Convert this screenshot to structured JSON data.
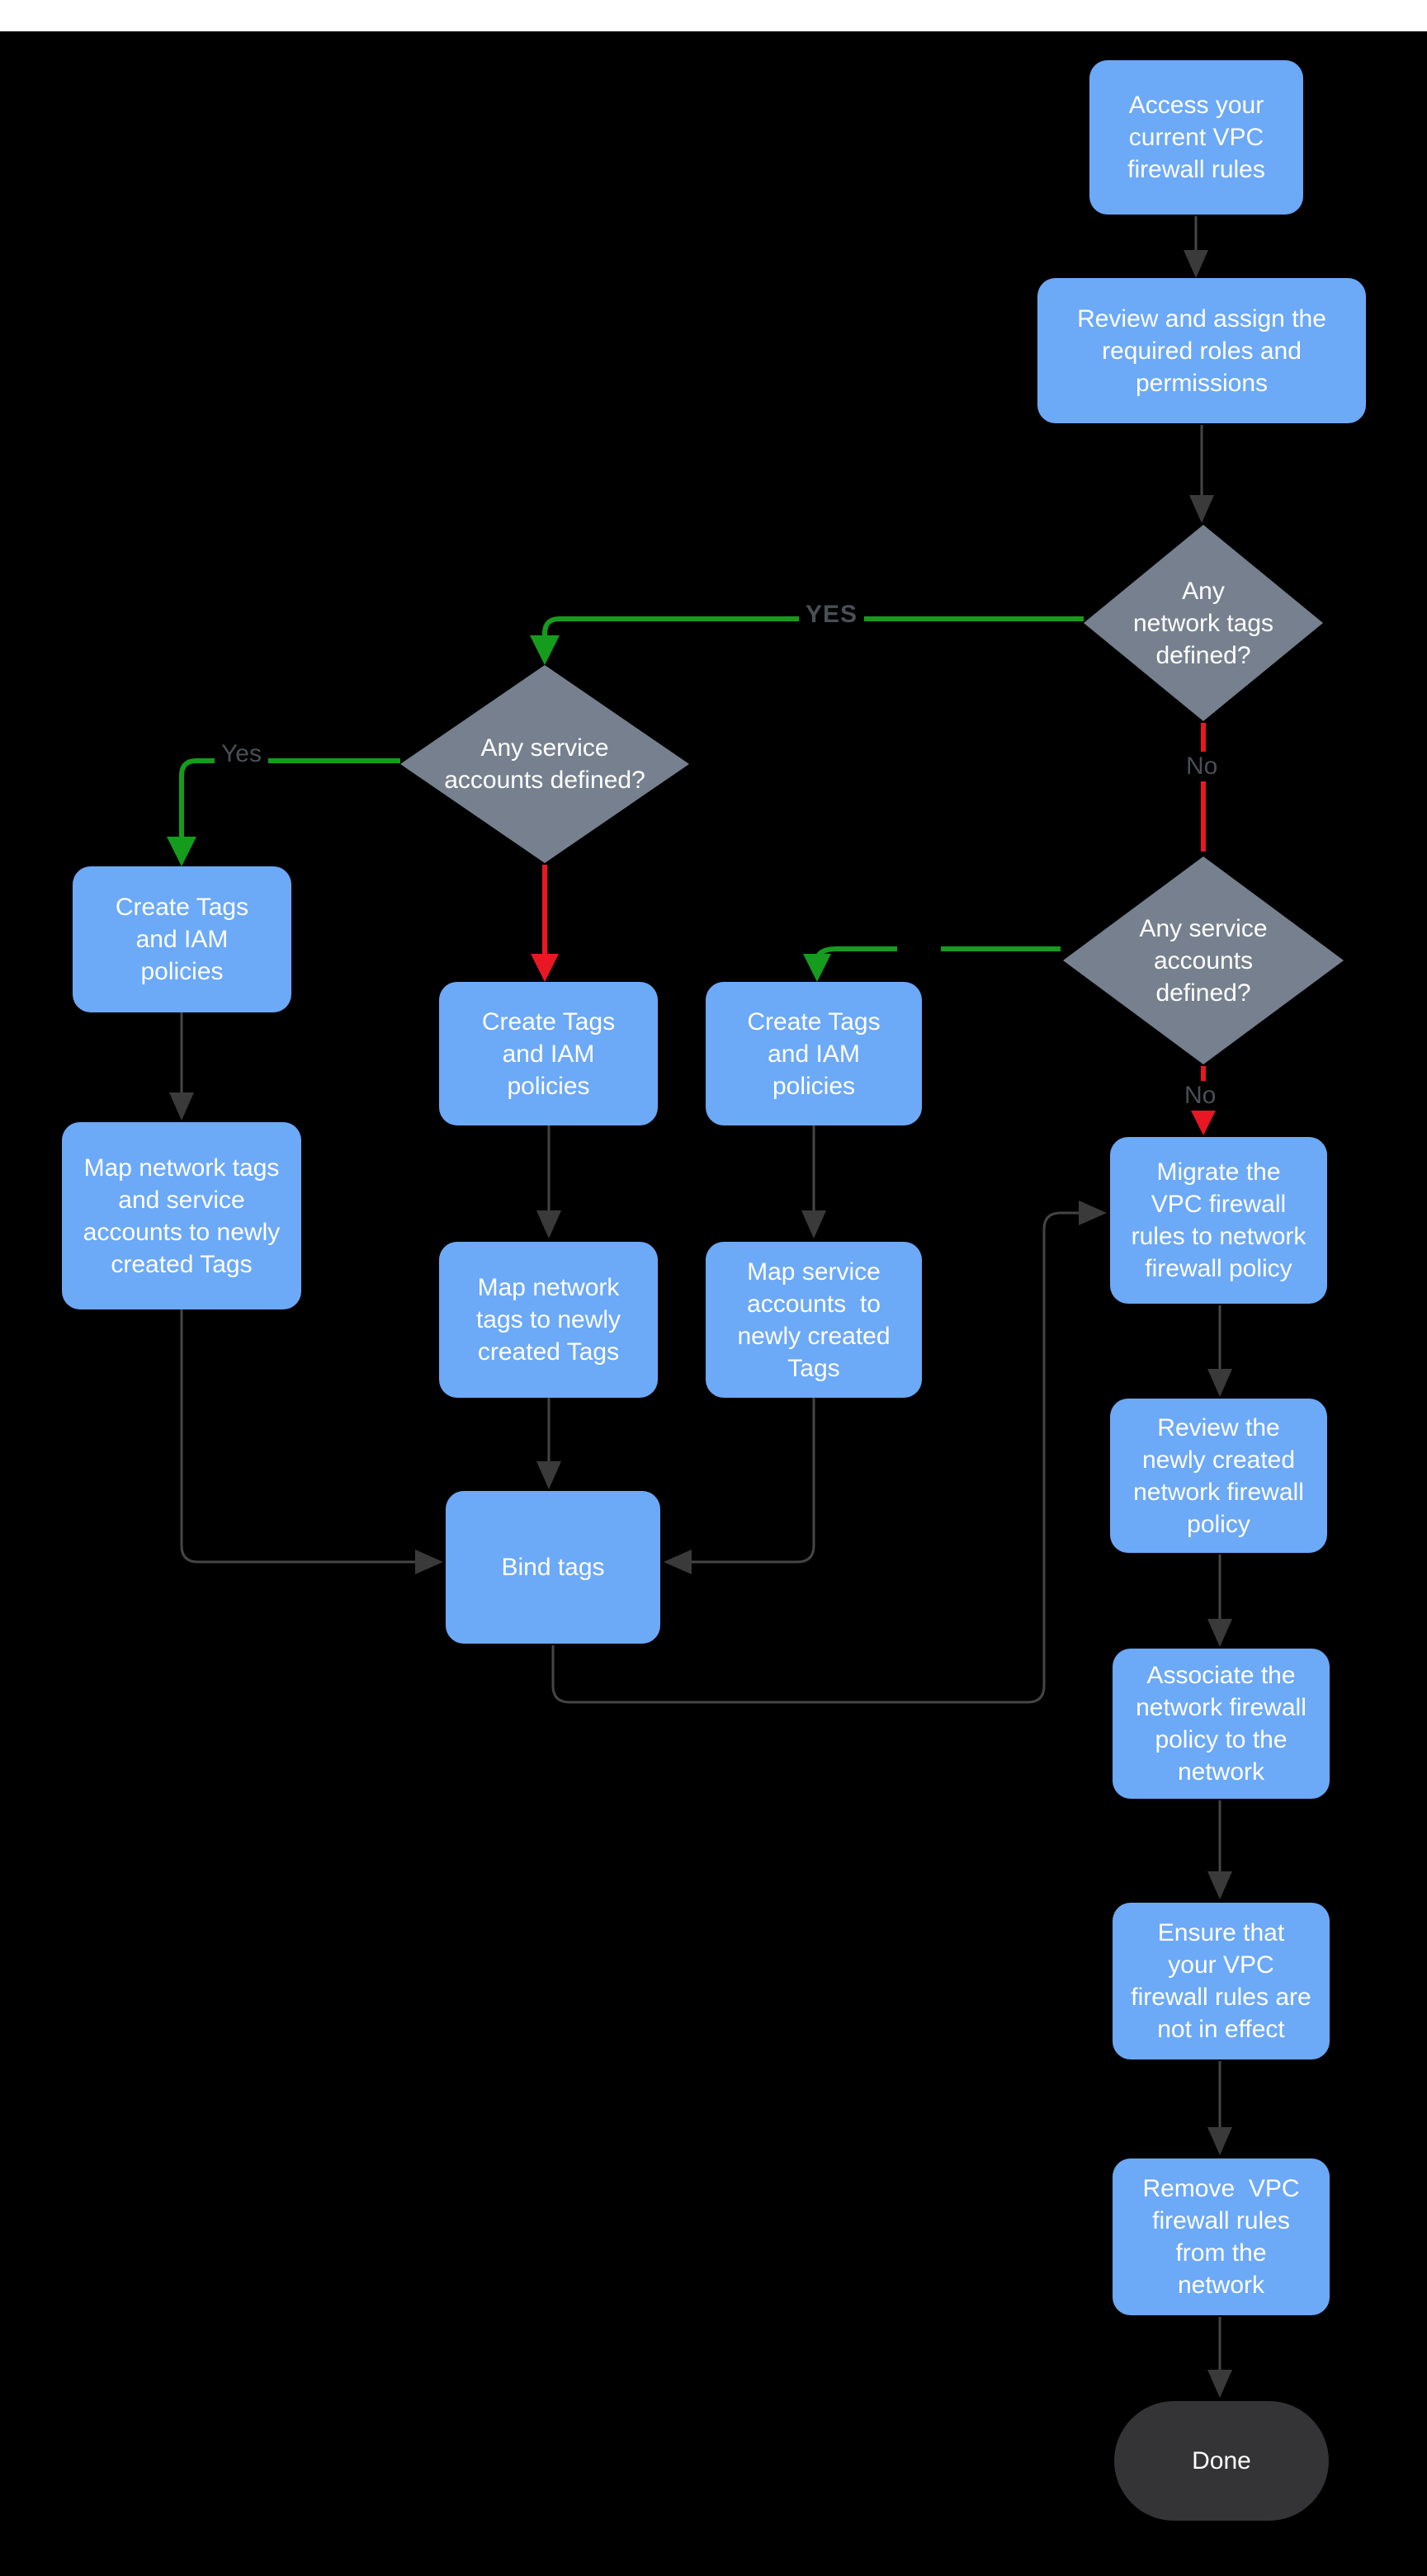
{
  "colors": {
    "canvas": "#000000",
    "top-strip": "#ffffff",
    "node-blue": "#6CA9F7",
    "diamond-gray": "#76808E",
    "terminal-dark": "#343436",
    "node-text": "#ffffff",
    "edge-gray": "#454545",
    "edge-head": "#3a3a3a",
    "edge-green": "#169c1d",
    "edge-red": "#e81723",
    "label-gray": "#4a4f55"
  },
  "nodes": {
    "access": {
      "label": "Access your\ncurrent VPC\nfirewall rules"
    },
    "review_roles": {
      "label": "Review and assign the\nrequired roles and\npermissions"
    },
    "network_tags_decision": {
      "label": "Any\nnetwork tags\ndefined?"
    },
    "service_accounts_decision_left": {
      "label": "Any service\naccounts defined?"
    },
    "create_tags_left": {
      "label": "Create Tags\nand IAM\npolicies"
    },
    "map_both_left": {
      "label": "Map network tags\nand service\naccounts to newly\ncreated Tags"
    },
    "create_tags_mid": {
      "label": "Create Tags\nand IAM\npolicies"
    },
    "map_network_mid": {
      "label": "Map network\ntags to newly\ncreated Tags"
    },
    "create_tags_right": {
      "label": "Create Tags\nand IAM\npolicies"
    },
    "map_service_right": {
      "label": "Map service\naccounts  to\nnewly created\nTags"
    },
    "service_accounts_decision_right": {
      "label": "Any service\naccounts\ndefined?"
    },
    "bind_tags": {
      "label": "Bind tags"
    },
    "migrate": {
      "label": "Migrate the\nVPC firewall\nrules to network\nfirewall policy"
    },
    "review_policy": {
      "label": "Review the\nnewly created\nnetwork firewall\npolicy"
    },
    "associate": {
      "label": "Associate the\nnetwork firewall\npolicy to the\nnetwork"
    },
    "ensure": {
      "label": "Ensure that\nyour VPC\nfirewall rules are\nnot in effect"
    },
    "remove": {
      "label": "Remove  VPC\nfirewall rules\nfrom the\nnetwork"
    },
    "done": {
      "label": "Done"
    }
  },
  "edge_labels": {
    "yes_network_tags": "YES",
    "yes_service_accounts": "Yes",
    "no_network_tags": "No",
    "no_service_accounts": "No"
  }
}
